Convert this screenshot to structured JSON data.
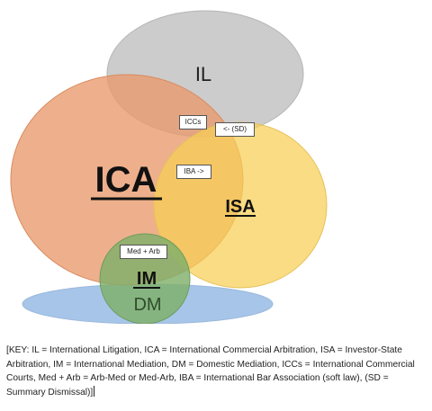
{
  "diagram": {
    "circles": [
      {
        "id": "dm",
        "label": "DM",
        "fill": "#a7c5e8"
      },
      {
        "id": "il",
        "label": "IL",
        "fill": "#c9c9c9"
      },
      {
        "id": "ica",
        "label": "ICA",
        "fill": "#eba57d"
      },
      {
        "id": "isa",
        "label": "ISA",
        "fill": "#f7d774"
      },
      {
        "id": "im",
        "label": "IM",
        "fill": "#8fb87c"
      }
    ],
    "tags": {
      "iccs": "ICCs",
      "sd": "<- (SD)",
      "iba": "IBA ->",
      "med_arb": "Med + Arb"
    }
  },
  "key_text": "[KEY: IL = International Litigation, ICA = International Commercial Arbitration, ISA = Investor-State Arbitration, IM = International Mediation, DM = Domestic Mediation, ICCs = International Commercial Courts, Med + Arb = Arb-Med or Med-Arb, IBA = International Bar Association (soft law), (SD = Summary Dismissal)]"
}
